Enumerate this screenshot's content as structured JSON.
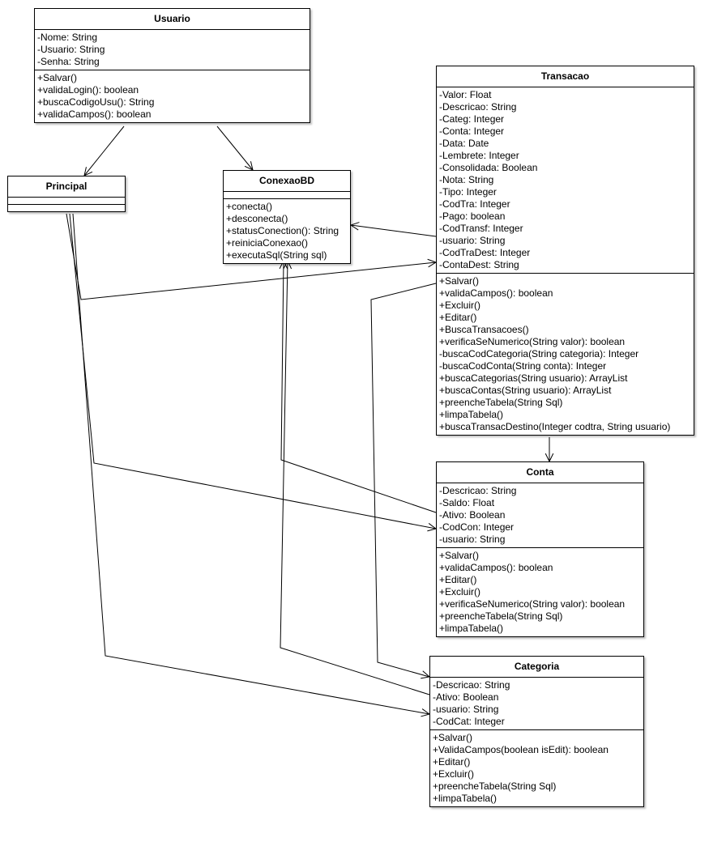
{
  "classes": {
    "usuario": {
      "name": "Usuario",
      "attributes": [
        "-Nome: String",
        "-Usuario: String",
        "-Senha: String"
      ],
      "methods": [
        "+Salvar()",
        "+validaLogin(): boolean",
        "+buscaCodigoUsu(): String",
        "+validaCampos(): boolean"
      ]
    },
    "principal": {
      "name": "Principal",
      "attributes": [],
      "methods": []
    },
    "conexaobd": {
      "name": "ConexaoBD",
      "attributes": [],
      "methods": [
        "+conecta()",
        "+desconecta()",
        "+statusConection(): String",
        "+reiniciaConexao()",
        "+executaSql(String sql)"
      ]
    },
    "transacao": {
      "name": "Transacao",
      "attributes": [
        "-Valor: Float",
        "-Descricao: String",
        "-Categ: Integer",
        "-Conta: Integer",
        "-Data: Date",
        "-Lembrete: Integer",
        "-Consolidada: Boolean",
        "-Nota: String",
        "-Tipo: Integer",
        "-CodTra: Integer",
        "-Pago: boolean",
        "-CodTransf: Integer",
        "-usuario: String",
        "-CodTraDest: Integer",
        "-ContaDest: String"
      ],
      "methods": [
        "+Salvar()",
        "+validaCampos(): boolean",
        "+Excluir()",
        "+Editar()",
        "+BuscaTransacoes()",
        "+verificaSeNumerico(String valor): boolean",
        "-buscaCodCategoria(String categoria): Integer",
        "-buscaCodConta(String conta): Integer",
        "+buscaCategorias(String usuario): ArrayList",
        "+buscaContas(String usuario): ArrayList",
        "+preencheTabela(String Sql)",
        "+limpaTabela()",
        "+buscaTransacDestino(Integer codtra, String usuario)"
      ]
    },
    "conta": {
      "name": "Conta",
      "attributes": [
        "-Descricao: String",
        "-Saldo: Float",
        "-Ativo: Boolean",
        "-CodCon: Integer",
        "-usuario: String"
      ],
      "methods": [
        "+Salvar()",
        "+validaCampos(): boolean",
        "+Editar()",
        "+Excluir()",
        "+verificaSeNumerico(String valor): boolean",
        "+preencheTabela(String Sql)",
        "+limpaTabela()"
      ]
    },
    "categoria": {
      "name": "Categoria",
      "attributes": [
        "-Descricao: String",
        "-Ativo: Boolean",
        "-usuario: String",
        "-CodCat: Integer"
      ],
      "methods": [
        "+Salvar()",
        "+ValidaCampos(boolean isEdit): boolean",
        "+Editar()",
        "+Excluir()",
        "+preencheTabela(String Sql)",
        "+limpaTabela()"
      ]
    }
  },
  "associations": [
    {
      "from": "usuario",
      "to": "principal"
    },
    {
      "from": "usuario",
      "to": "conexaobd"
    },
    {
      "from": "transacao",
      "to": "conexaobd"
    },
    {
      "from": "principal",
      "to": "transacao"
    },
    {
      "from": "transacao",
      "to": "conta"
    },
    {
      "from": "principal",
      "to": "conta"
    },
    {
      "from": "conta",
      "to": "conexaobd"
    },
    {
      "from": "principal",
      "to": "categoria"
    },
    {
      "from": "categoria",
      "to": "conexaobd"
    },
    {
      "from": "transacao",
      "to": "categoria"
    }
  ]
}
